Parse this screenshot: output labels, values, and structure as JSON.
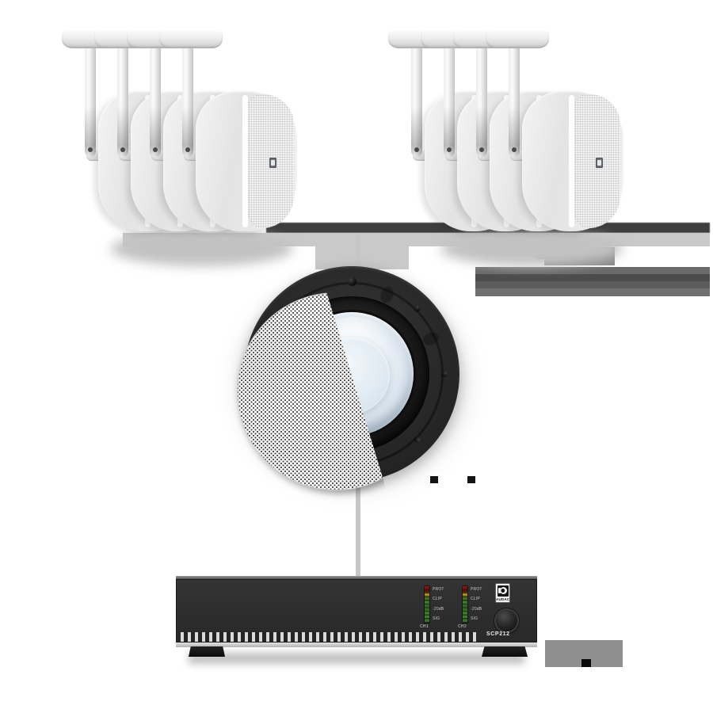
{
  "scene": {
    "background": "#ffffff",
    "connector_color": "#c6c6c6"
  },
  "speaker_group_left": {
    "unit_count": 4
  },
  "speaker_group_right": {
    "unit_count": 4
  },
  "subwoofer": {
    "grille_style": "perforated half disc"
  },
  "amplifier": {
    "brand": "AUDAC",
    "model": "SCP212",
    "face_color": "#2e2e2e",
    "led_colors": {
      "prot": "#8a1810",
      "clip": "#c28f1e",
      "sig": "#3f7d2c"
    },
    "channels": [
      {
        "label": "CH1",
        "meter_labels": [
          "PROT",
          "CLIP",
          "-20dB",
          "SIG"
        ]
      },
      {
        "label": "CH2",
        "meter_labels": [
          "PROT",
          "CLIP",
          "-20dB",
          "SIG"
        ]
      }
    ]
  }
}
